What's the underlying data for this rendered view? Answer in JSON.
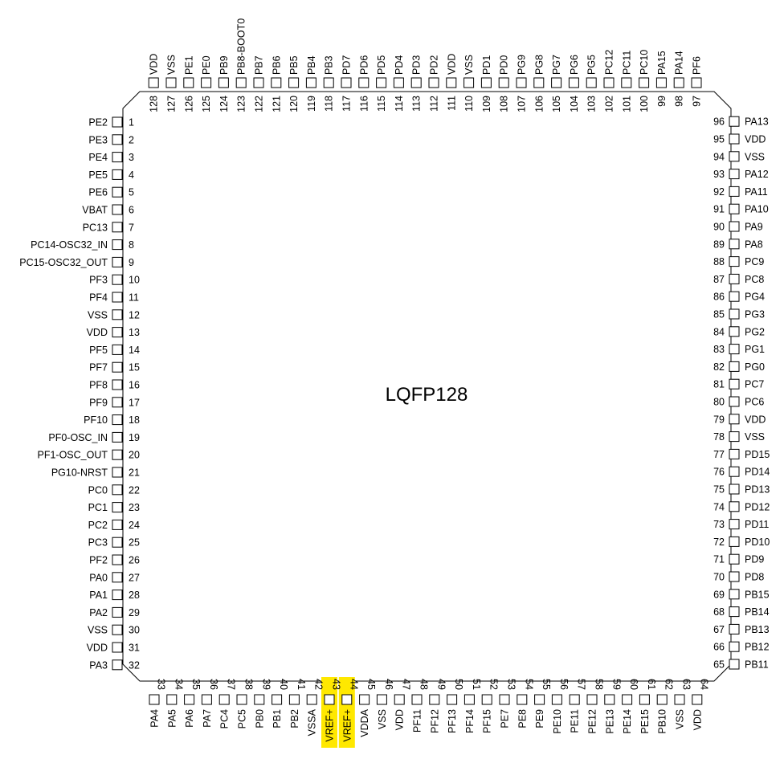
{
  "package": {
    "title": "LQFP128"
  },
  "highlight_color": "#ffe800",
  "pins_left": [
    {
      "num": "1",
      "name": "PE2"
    },
    {
      "num": "2",
      "name": "PE3"
    },
    {
      "num": "3",
      "name": "PE4"
    },
    {
      "num": "4",
      "name": "PE5"
    },
    {
      "num": "5",
      "name": "PE6"
    },
    {
      "num": "6",
      "name": "VBAT"
    },
    {
      "num": "7",
      "name": "PC13"
    },
    {
      "num": "8",
      "name": "PC14-OSC32_IN"
    },
    {
      "num": "9",
      "name": "PC15-OSC32_OUT"
    },
    {
      "num": "10",
      "name": "PF3"
    },
    {
      "num": "11",
      "name": "PF4"
    },
    {
      "num": "12",
      "name": "VSS"
    },
    {
      "num": "13",
      "name": "VDD"
    },
    {
      "num": "14",
      "name": "PF5"
    },
    {
      "num": "15",
      "name": "PF7"
    },
    {
      "num": "16",
      "name": "PF8"
    },
    {
      "num": "17",
      "name": "PF9"
    },
    {
      "num": "18",
      "name": "PF10"
    },
    {
      "num": "19",
      "name": "PF0-OSC_IN"
    },
    {
      "num": "20",
      "name": "PF1-OSC_OUT"
    },
    {
      "num": "21",
      "name": "PG10-NRST"
    },
    {
      "num": "22",
      "name": "PC0"
    },
    {
      "num": "23",
      "name": "PC1"
    },
    {
      "num": "24",
      "name": "PC2"
    },
    {
      "num": "25",
      "name": "PC3"
    },
    {
      "num": "26",
      "name": "PF2"
    },
    {
      "num": "27",
      "name": "PA0"
    },
    {
      "num": "28",
      "name": "PA1"
    },
    {
      "num": "29",
      "name": "PA2"
    },
    {
      "num": "30",
      "name": "VSS"
    },
    {
      "num": "31",
      "name": "VDD"
    },
    {
      "num": "32",
      "name": "PA3"
    }
  ],
  "pins_bottom": [
    {
      "num": "33",
      "name": "PA4"
    },
    {
      "num": "34",
      "name": "PA5"
    },
    {
      "num": "35",
      "name": "PA6"
    },
    {
      "num": "36",
      "name": "PA7"
    },
    {
      "num": "37",
      "name": "PC4"
    },
    {
      "num": "38",
      "name": "PC5"
    },
    {
      "num": "39",
      "name": "PB0"
    },
    {
      "num": "40",
      "name": "PB1"
    },
    {
      "num": "41",
      "name": "PB2"
    },
    {
      "num": "42",
      "name": "VSSA"
    },
    {
      "num": "43",
      "name": "VREF+",
      "highlight": true
    },
    {
      "num": "44",
      "name": "VREF+",
      "highlight": true
    },
    {
      "num": "45",
      "name": "VDDA"
    },
    {
      "num": "46",
      "name": "VSS"
    },
    {
      "num": "47",
      "name": "VDD"
    },
    {
      "num": "48",
      "name": "PF11"
    },
    {
      "num": "49",
      "name": "PF12"
    },
    {
      "num": "50",
      "name": "PF13"
    },
    {
      "num": "51",
      "name": "PF14"
    },
    {
      "num": "52",
      "name": "PF15"
    },
    {
      "num": "53",
      "name": "PE7"
    },
    {
      "num": "54",
      "name": "PE8"
    },
    {
      "num": "55",
      "name": "PE9"
    },
    {
      "num": "56",
      "name": "PE10"
    },
    {
      "num": "57",
      "name": "PE11"
    },
    {
      "num": "58",
      "name": "PE12"
    },
    {
      "num": "59",
      "name": "PE13"
    },
    {
      "num": "60",
      "name": "PE14"
    },
    {
      "num": "61",
      "name": "PE15"
    },
    {
      "num": "62",
      "name": "PB10"
    },
    {
      "num": "63",
      "name": "VSS"
    },
    {
      "num": "64",
      "name": "VDD"
    }
  ],
  "pins_right": [
    {
      "num": "65",
      "name": "PB11"
    },
    {
      "num": "66",
      "name": "PB12"
    },
    {
      "num": "67",
      "name": "PB13"
    },
    {
      "num": "68",
      "name": "PB14"
    },
    {
      "num": "69",
      "name": "PB15"
    },
    {
      "num": "70",
      "name": "PD8"
    },
    {
      "num": "71",
      "name": "PD9"
    },
    {
      "num": "72",
      "name": "PD10"
    },
    {
      "num": "73",
      "name": "PD11"
    },
    {
      "num": "74",
      "name": "PD12"
    },
    {
      "num": "75",
      "name": "PD13"
    },
    {
      "num": "76",
      "name": "PD14"
    },
    {
      "num": "77",
      "name": "PD15"
    },
    {
      "num": "78",
      "name": "VSS"
    },
    {
      "num": "79",
      "name": "VDD"
    },
    {
      "num": "80",
      "name": "PC6"
    },
    {
      "num": "81",
      "name": "PC7"
    },
    {
      "num": "82",
      "name": "PG0"
    },
    {
      "num": "83",
      "name": "PG1"
    },
    {
      "num": "84",
      "name": "PG2"
    },
    {
      "num": "85",
      "name": "PG3"
    },
    {
      "num": "86",
      "name": "PG4"
    },
    {
      "num": "87",
      "name": "PC8"
    },
    {
      "num": "88",
      "name": "PC9"
    },
    {
      "num": "89",
      "name": "PA8"
    },
    {
      "num": "90",
      "name": "PA9"
    },
    {
      "num": "91",
      "name": "PA10"
    },
    {
      "num": "92",
      "name": "PA11"
    },
    {
      "num": "93",
      "name": "PA12"
    },
    {
      "num": "94",
      "name": "VSS"
    },
    {
      "num": "95",
      "name": "VDD"
    },
    {
      "num": "96",
      "name": "PA13"
    }
  ],
  "pins_top": [
    {
      "num": "97",
      "name": "PF6"
    },
    {
      "num": "98",
      "name": "PA14"
    },
    {
      "num": "99",
      "name": "PA15"
    },
    {
      "num": "100",
      "name": "PC10"
    },
    {
      "num": "101",
      "name": "PC11"
    },
    {
      "num": "102",
      "name": "PC12"
    },
    {
      "num": "103",
      "name": "PG5"
    },
    {
      "num": "104",
      "name": "PG6"
    },
    {
      "num": "105",
      "name": "PG7"
    },
    {
      "num": "106",
      "name": "PG8"
    },
    {
      "num": "107",
      "name": "PG9"
    },
    {
      "num": "108",
      "name": "PD0"
    },
    {
      "num": "109",
      "name": "PD1"
    },
    {
      "num": "110",
      "name": "VSS"
    },
    {
      "num": "111",
      "name": "VDD"
    },
    {
      "num": "112",
      "name": "PD2"
    },
    {
      "num": "113",
      "name": "PD3"
    },
    {
      "num": "114",
      "name": "PD4"
    },
    {
      "num": "115",
      "name": "PD5"
    },
    {
      "num": "116",
      "name": "PD6"
    },
    {
      "num": "117",
      "name": "PD7"
    },
    {
      "num": "118",
      "name": "PB3"
    },
    {
      "num": "119",
      "name": "PB4"
    },
    {
      "num": "120",
      "name": "PB5"
    },
    {
      "num": "121",
      "name": "PB6"
    },
    {
      "num": "122",
      "name": "PB7"
    },
    {
      "num": "123",
      "name": "PB8-BOOT0"
    },
    {
      "num": "124",
      "name": "PB9"
    },
    {
      "num": "125",
      "name": "PE0"
    },
    {
      "num": "126",
      "name": "PE1"
    },
    {
      "num": "127",
      "name": "VSS"
    },
    {
      "num": "128",
      "name": "VDD"
    }
  ]
}
